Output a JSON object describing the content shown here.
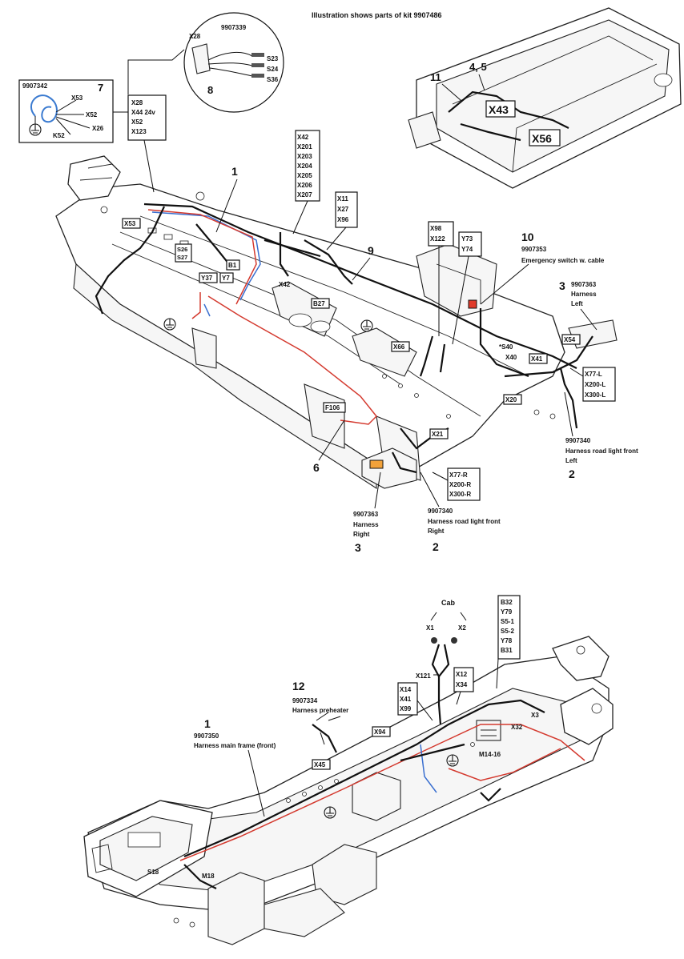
{
  "header": {
    "caption": "Illustration shows parts of kit 9907486"
  },
  "upper": {
    "inset8": {
      "kit": "9907339",
      "pos": "8",
      "labels": [
        "X28",
        "S23",
        "S24",
        "S36"
      ]
    },
    "inset7": {
      "kit": "9907342",
      "pos": "7",
      "labels": [
        "X53",
        "X52",
        "X26",
        "K52"
      ]
    },
    "group_x28": [
      "X28",
      "X44 24v",
      "X52",
      "X123"
    ],
    "group_x42": [
      "X42",
      "X201",
      "X203",
      "X204",
      "X205",
      "X206",
      "X207"
    ],
    "group_x11": [
      "X11",
      "X27",
      "X96"
    ],
    "group_x98": [
      "X98",
      "X122"
    ],
    "group_y73": [
      "Y73",
      "Y74"
    ],
    "group_x77l": [
      "X77-L",
      "X200-L",
      "X300-L"
    ],
    "group_x77r": [
      "X77-R",
      "X200-R",
      "X300-R"
    ],
    "tank": {
      "pos_11": "11",
      "pos_45": "4, 5",
      "x43": "X43",
      "x56": "X56"
    },
    "callout1": "1",
    "callout9": "9",
    "callout6": "6",
    "callout10": {
      "pos": "10",
      "kit": "9907353",
      "desc": "Emergency switch w. cable"
    },
    "callout3_left": {
      "pos": "3",
      "kit": "9907363",
      "desc1": "Harness",
      "desc2": "Left"
    },
    "callout2_left": {
      "pos": "2",
      "kit": "9907340",
      "desc": "Harness road light front",
      "side": "Left"
    },
    "callout3_right": {
      "pos": "3",
      "kit": "9907363",
      "desc1": "Harness",
      "desc2": "Right"
    },
    "callout2_right": {
      "pos": "2",
      "kit": "9907340",
      "desc": "Harness road light front",
      "side": "Right"
    },
    "small_labels": {
      "x53": "X53",
      "s26": "S26",
      "s27": "S27",
      "b1": "B1",
      "y37": "Y37",
      "y7": "Y7",
      "x42b": "X42",
      "b27": "B27",
      "x66": "X66",
      "s40": "*S40",
      "x40": "X40",
      "x41": "X41",
      "x54": "X54",
      "x20": "X20",
      "f106": "F106",
      "x21": "X21"
    }
  },
  "lower": {
    "cab": {
      "title": "Cab",
      "x1": "X1",
      "x2": "X2",
      "x121": "X121"
    },
    "group_b32": [
      "B32",
      "Y79",
      "S5-1",
      "S5-2",
      "Y78",
      "B31"
    ],
    "group_x12": [
      "X12",
      "X34"
    ],
    "group_x14": [
      "X14",
      "X41",
      "X99"
    ],
    "callout12": {
      "pos": "12",
      "kit": "9907334",
      "desc": "Harness preheater"
    },
    "callout1": {
      "pos": "1",
      "kit": "9907350",
      "desc": "Harness main frame (front)"
    },
    "small_labels": {
      "x94": "X94",
      "x45": "X45",
      "x3": "X3",
      "x32": "X32",
      "m1416": "M14-16",
      "m18": "M18",
      "s18": "S18"
    }
  }
}
